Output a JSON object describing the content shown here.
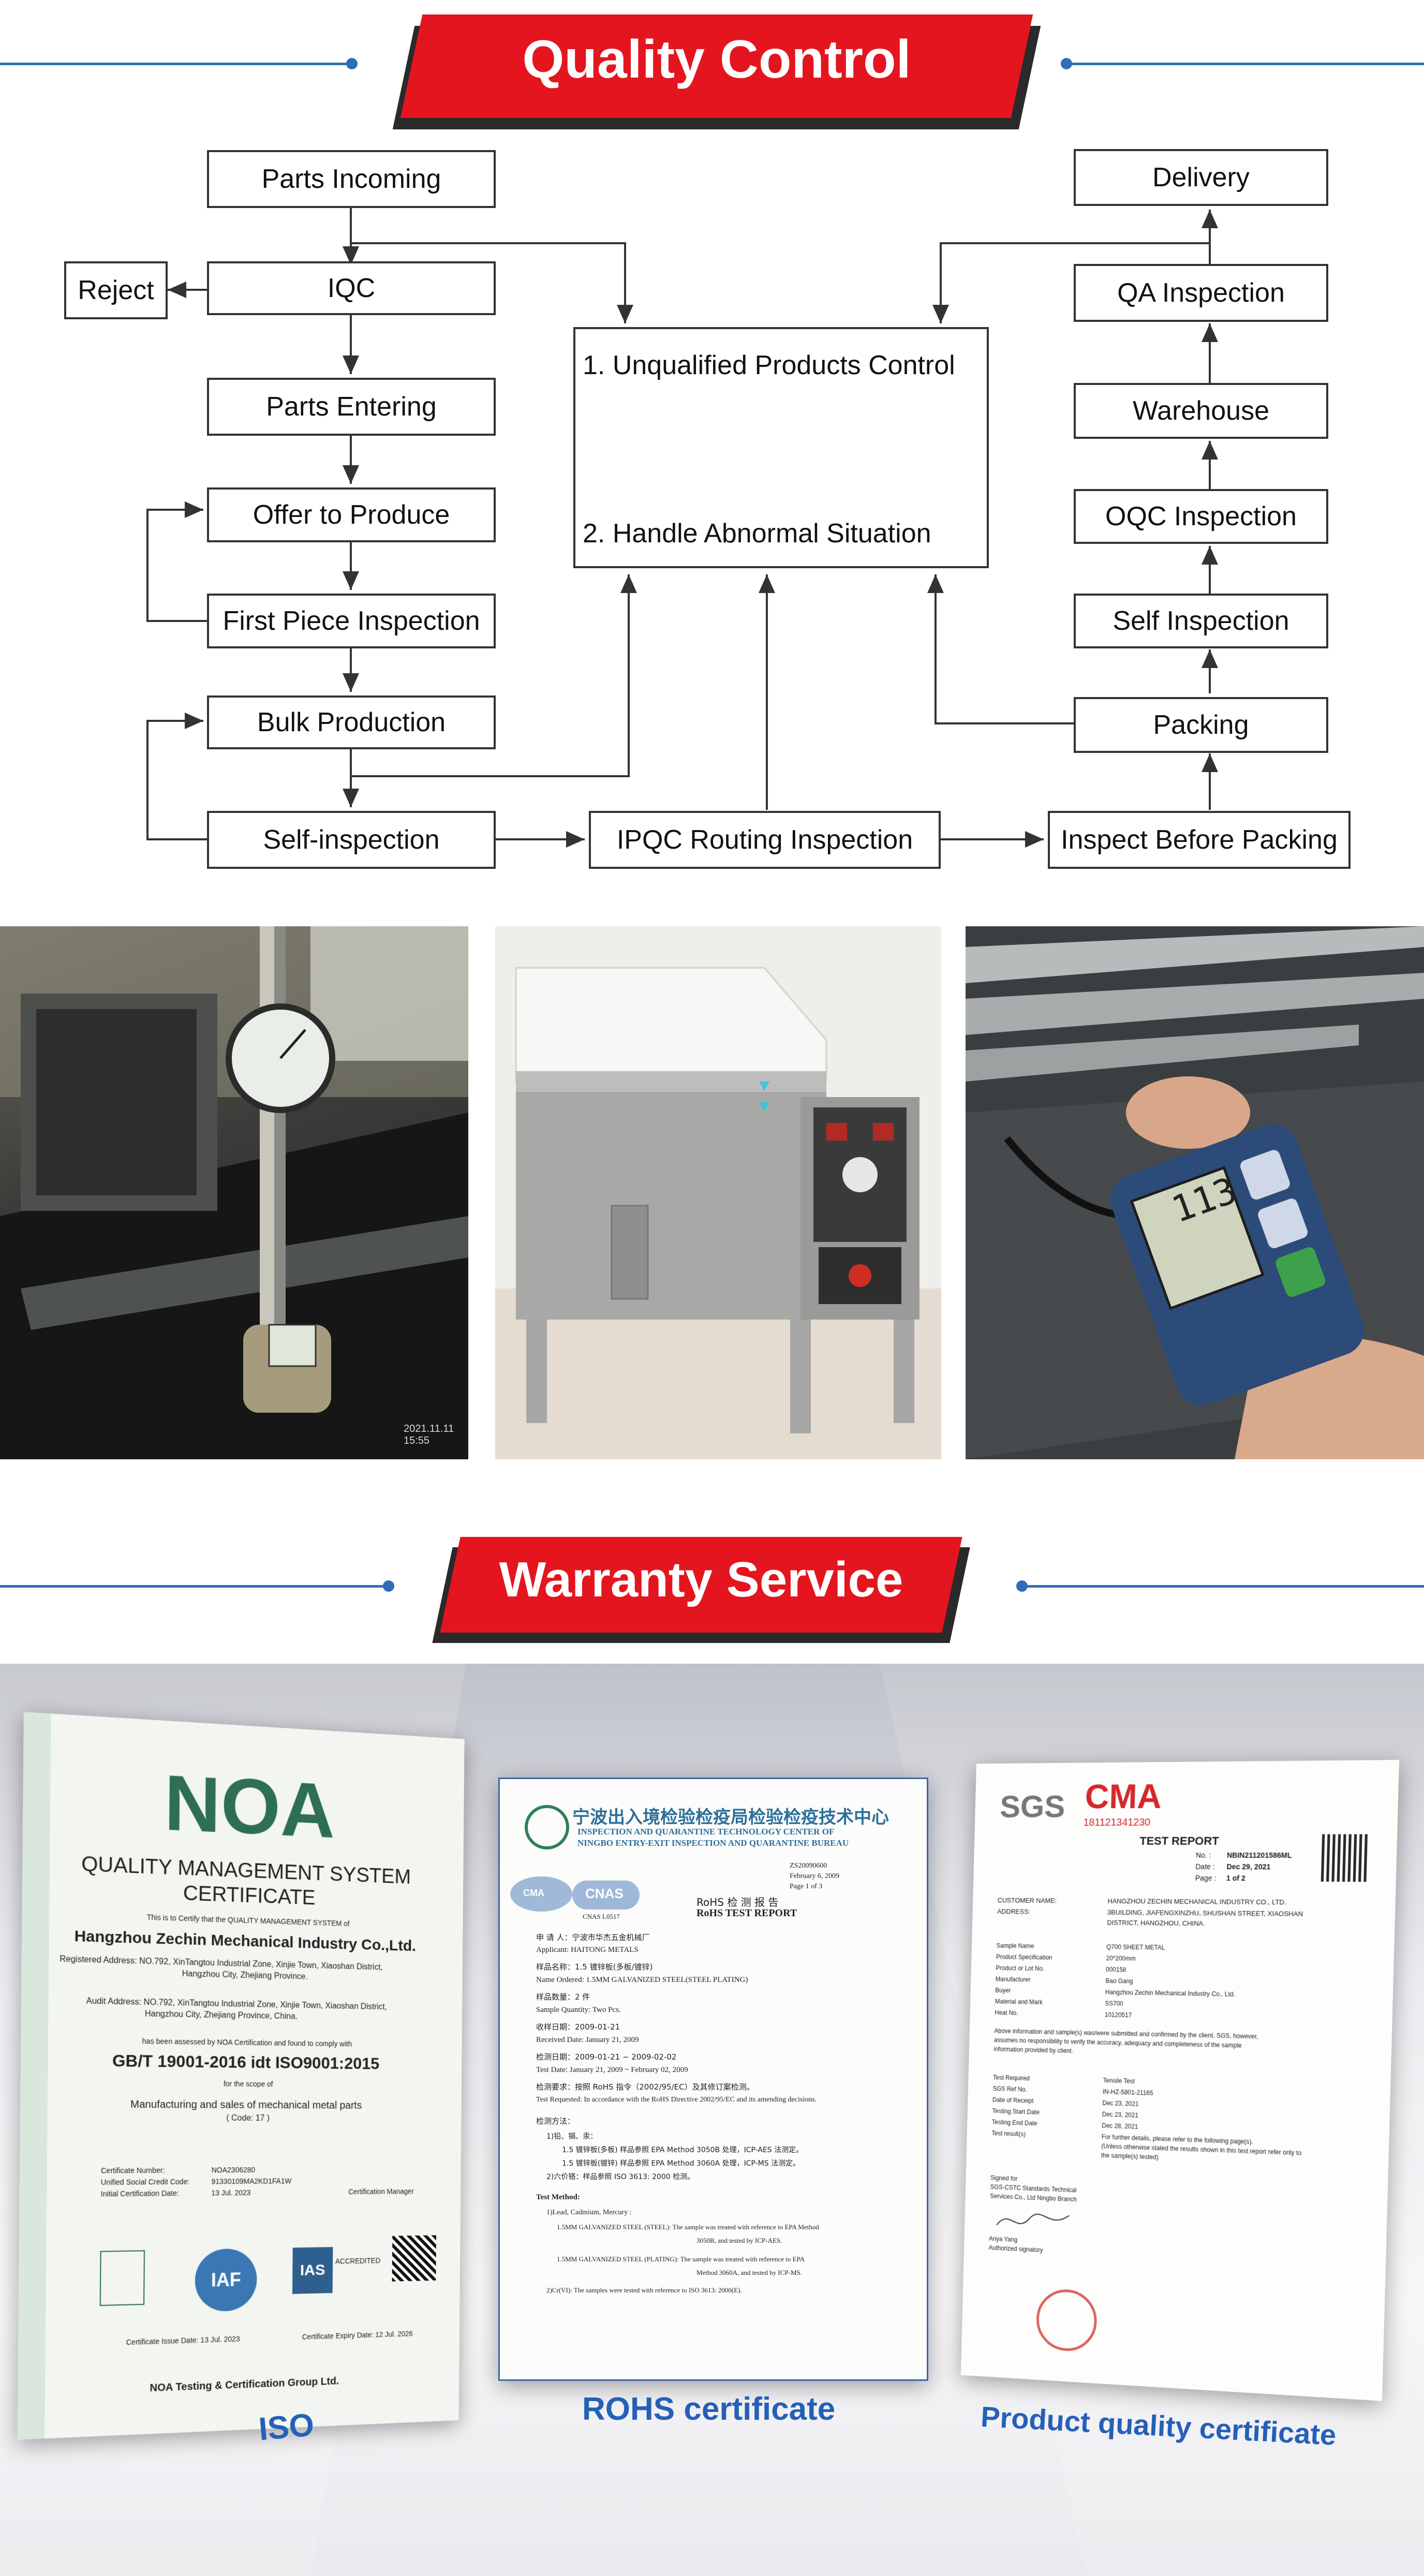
{
  "headers": {
    "quality": "Quality Control",
    "warranty": "Warranty Service"
  },
  "flow": {
    "parts_incoming": "Parts Incoming",
    "iqc": "IQC",
    "reject": "Reject",
    "parts_entering": "Parts Entering",
    "offer_to_produce": "Offer to Produce",
    "first_piece": "First Piece Inspection",
    "bulk_production": "Bulk Production",
    "self_inspection_left": "Self-inspection",
    "ipqc": "IPQC Routing Inspection",
    "inspect_before_packing": "Inspect Before Packing",
    "unqualified": "1. Unqualified Products Control",
    "abnormal": "2. Handle Abnormal Situation",
    "delivery": "Delivery",
    "qa_inspection": "QA Inspection",
    "warehouse": "Warehouse",
    "oqc_inspection": "OQC Inspection",
    "self_inspection_right": "Self Inspection",
    "packing": "Packing"
  },
  "photos": {
    "timestamp": "2021.11.11 15:55",
    "meter_reading": "113"
  },
  "certs": {
    "iso": {
      "logo": "NOA",
      "title1": "QUALITY MANAGEMENT SYSTEM",
      "title2": "CERTIFICATE",
      "certify": "This is to Certify that the QUALITY MANAGEMENT SYSTEM of",
      "company": "Hangzhou Zechin Mechanical Industry Co.,Ltd.",
      "reg1": "Registered Address: NO.792, XinTangtou Industrial Zone, Xinjie Town, Xiaoshan District,",
      "reg2": "Hangzhou City, Zhejiang Province.",
      "aud1": "Audit Address: NO.792, XinTangtou Industrial Zone, Xinjie Town, Xiaoshan District,",
      "aud2": "Hangzhou City, Zhejiang Province, China.",
      "assessed": "has been assessed by NOA Certification and found to comply with",
      "standard": "GB/T 19001-2016 idt ISO9001:2015",
      "scope_for": "for the scope of",
      "scope": "Manufacturing and sales of mechanical metal parts",
      "code": "( Code: 17 )",
      "cert_no_label": "Certificate Number:",
      "cert_no": "NOA2306280",
      "credit_label": "Unified Social Credit Code:",
      "credit": "91330109MA2KD1FA1W",
      "date_label": "Initial Certification Date:",
      "date": "13 Jul. 2023",
      "mgr": "Certification Manager",
      "issue": "Certificate Issue Date: 13 Jul. 2023",
      "expiry": "Certificate Expiry Date: 12 Jul. 2026",
      "org": "NOA Testing & Certification Group Ltd.",
      "iaf": "IAF",
      "ias": "IAS",
      "accredited": "ACCREDITED",
      "caption": "ISO"
    },
    "rohs": {
      "cn_title": "宁波出入境检验检疫局检验检疫技术中心",
      "en1": "INSPECTION AND QUARANTINE TECHNOLOGY CENTER OF",
      "en2": "NINGBO ENTRY-EXIT INSPECTION AND QUARANTINE BUREAU",
      "report_no": "ZS20090600",
      "date": "February 6, 2009",
      "page": "Page 1 of 3",
      "report_cn": "RoHS 检 测 报 告",
      "report_en": "RoHS TEST REPORT",
      "cnas": "CNAS",
      "cnas_no": "CNAS L0517",
      "cma": "CMA",
      "applicant_cn": "申 请 人：宁波市华杰五金机械厂",
      "applicant": "Applicant:  HAITONG METALS",
      "name_cn": "样品名称：1.5 镀锌板(多板/镀锌)",
      "sample": "Name Ordered:  1.5MM GALVANIZED STEEL(STEEL PLATING)",
      "qty_cn": "样品数量：2 件",
      "qty": "Sample Quantity:  Two Pcs.",
      "recv_cn": "收样日期：2009-01-21",
      "recv": "Received Date:  January 21, 2009",
      "test_cn": "检测日期：2009-01-21 ~ 2009-02-02",
      "test": "Test Date:  January 21, 2009 ~ February 02, 2009",
      "req_cn": "检测要求：按照 RoHS 指令（2002/95/EC）及其修订案检测。",
      "req": "Test Requested:  In accordance with the RoHS Directive 2002/95/EC and its amending decisions.",
      "method_cn": "检测方法：",
      "l1": "1)铅、镉、汞：",
      "l2": "1.5 镀锌板(多板) 样品参照 EPA Method 3050B 处理，ICP-AES 法测定。",
      "l3": "1.5 镀锌板(镀锌) 样品参照 EPA Method 3060A 处理，ICP-MS 法测定。",
      "l4": "2)六价铬：样品参照 ISO 3613: 2000 检测。",
      "method": "Test Method:",
      "m1": "1)Lead, Cadmium, Mercury :",
      "m2": "1.5MM GALVANIZED STEEL (STEEL): The sample was treated with reference to EPA Method",
      "m3": "3050B, and tested by ICP-AES.",
      "m4": "1.5MM GALVANIZED STEEL (PLATING): The sample was treated with reference to EPA",
      "m5": "Method 3060A, and tested by ICP-MS.",
      "m6": "2)Cr(VI): The samples were tested with reference to ISO 3613: 2000(E).",
      "caption": "ROHS certificate"
    },
    "sgs": {
      "sgs": "SGS",
      "cma": "CMA",
      "cma_no": "181121341230",
      "title": "TEST REPORT",
      "no_label": "No. :",
      "no": "NBIN211201586ML",
      "date_label": "Date :",
      "date": "Dec 29, 2021",
      "page_label": "Page :",
      "page": "1 of 2",
      "customer_label": "CUSTOMER NAME:",
      "customer": "HANGZHOU ZECHIN MECHANICAL INDUSTRY CO., LTD.",
      "address_label": "ADDRESS:",
      "address1": "3BUILDING, JIAFENGXINZHU, SHUSHAN STREET, XIAOSHAN",
      "address2": "DISTRICT, HANGZHOU, CHINA.",
      "rows": [
        {
          "k": "Sample Name",
          "v": "Q700 SHEET METAL"
        },
        {
          "k": "Product Specification",
          "v": "20*200mm"
        },
        {
          "k": "Product or Lot No.",
          "v": "000158"
        },
        {
          "k": "Manufacturer",
          "v": "Bao Gang"
        },
        {
          "k": "Buyer",
          "v": "Hangzhou Zechin Mechanical Industry Co., Ltd."
        },
        {
          "k": "Material and Mark",
          "v": "SS700"
        },
        {
          "k": "Heat No.",
          "v": "10120517"
        }
      ],
      "para1": "Above information and sample(s) was/were submitted and confirmed by the client. SGS, however,",
      "para2": "assumes no responsibility to verify the accuracy, adequacy and completeness of the sample",
      "para3": "information provided by client.",
      "rows2": [
        {
          "k": "Test Required",
          "v": "Tensile Test"
        },
        {
          "k": "SGS Ref No.",
          "v": "IN-HZ-5801-21165"
        },
        {
          "k": "Date of Receipt",
          "v": "Dec 23, 2021"
        },
        {
          "k": "Testing Start Date",
          "v": "Dec 23, 2021"
        },
        {
          "k": "Testing End Date",
          "v": "Dec 28, 2021"
        },
        {
          "k": "Test result(s)",
          "v": "For further details, please refer to the following page(s)."
        }
      ],
      "res2": "(Unless otherwise stated the results shown in this test report refer only to",
      "res3": "the sample(s) tested)",
      "signed1": "Signed for",
      "signed2": "SGS-CSTC Standards Technical",
      "signed3": "Services Co., Ltd Ningbo Branch",
      "signer": "Anya Yang",
      "auth": "Authorized signatory",
      "caption": "Product quality certificate"
    }
  }
}
